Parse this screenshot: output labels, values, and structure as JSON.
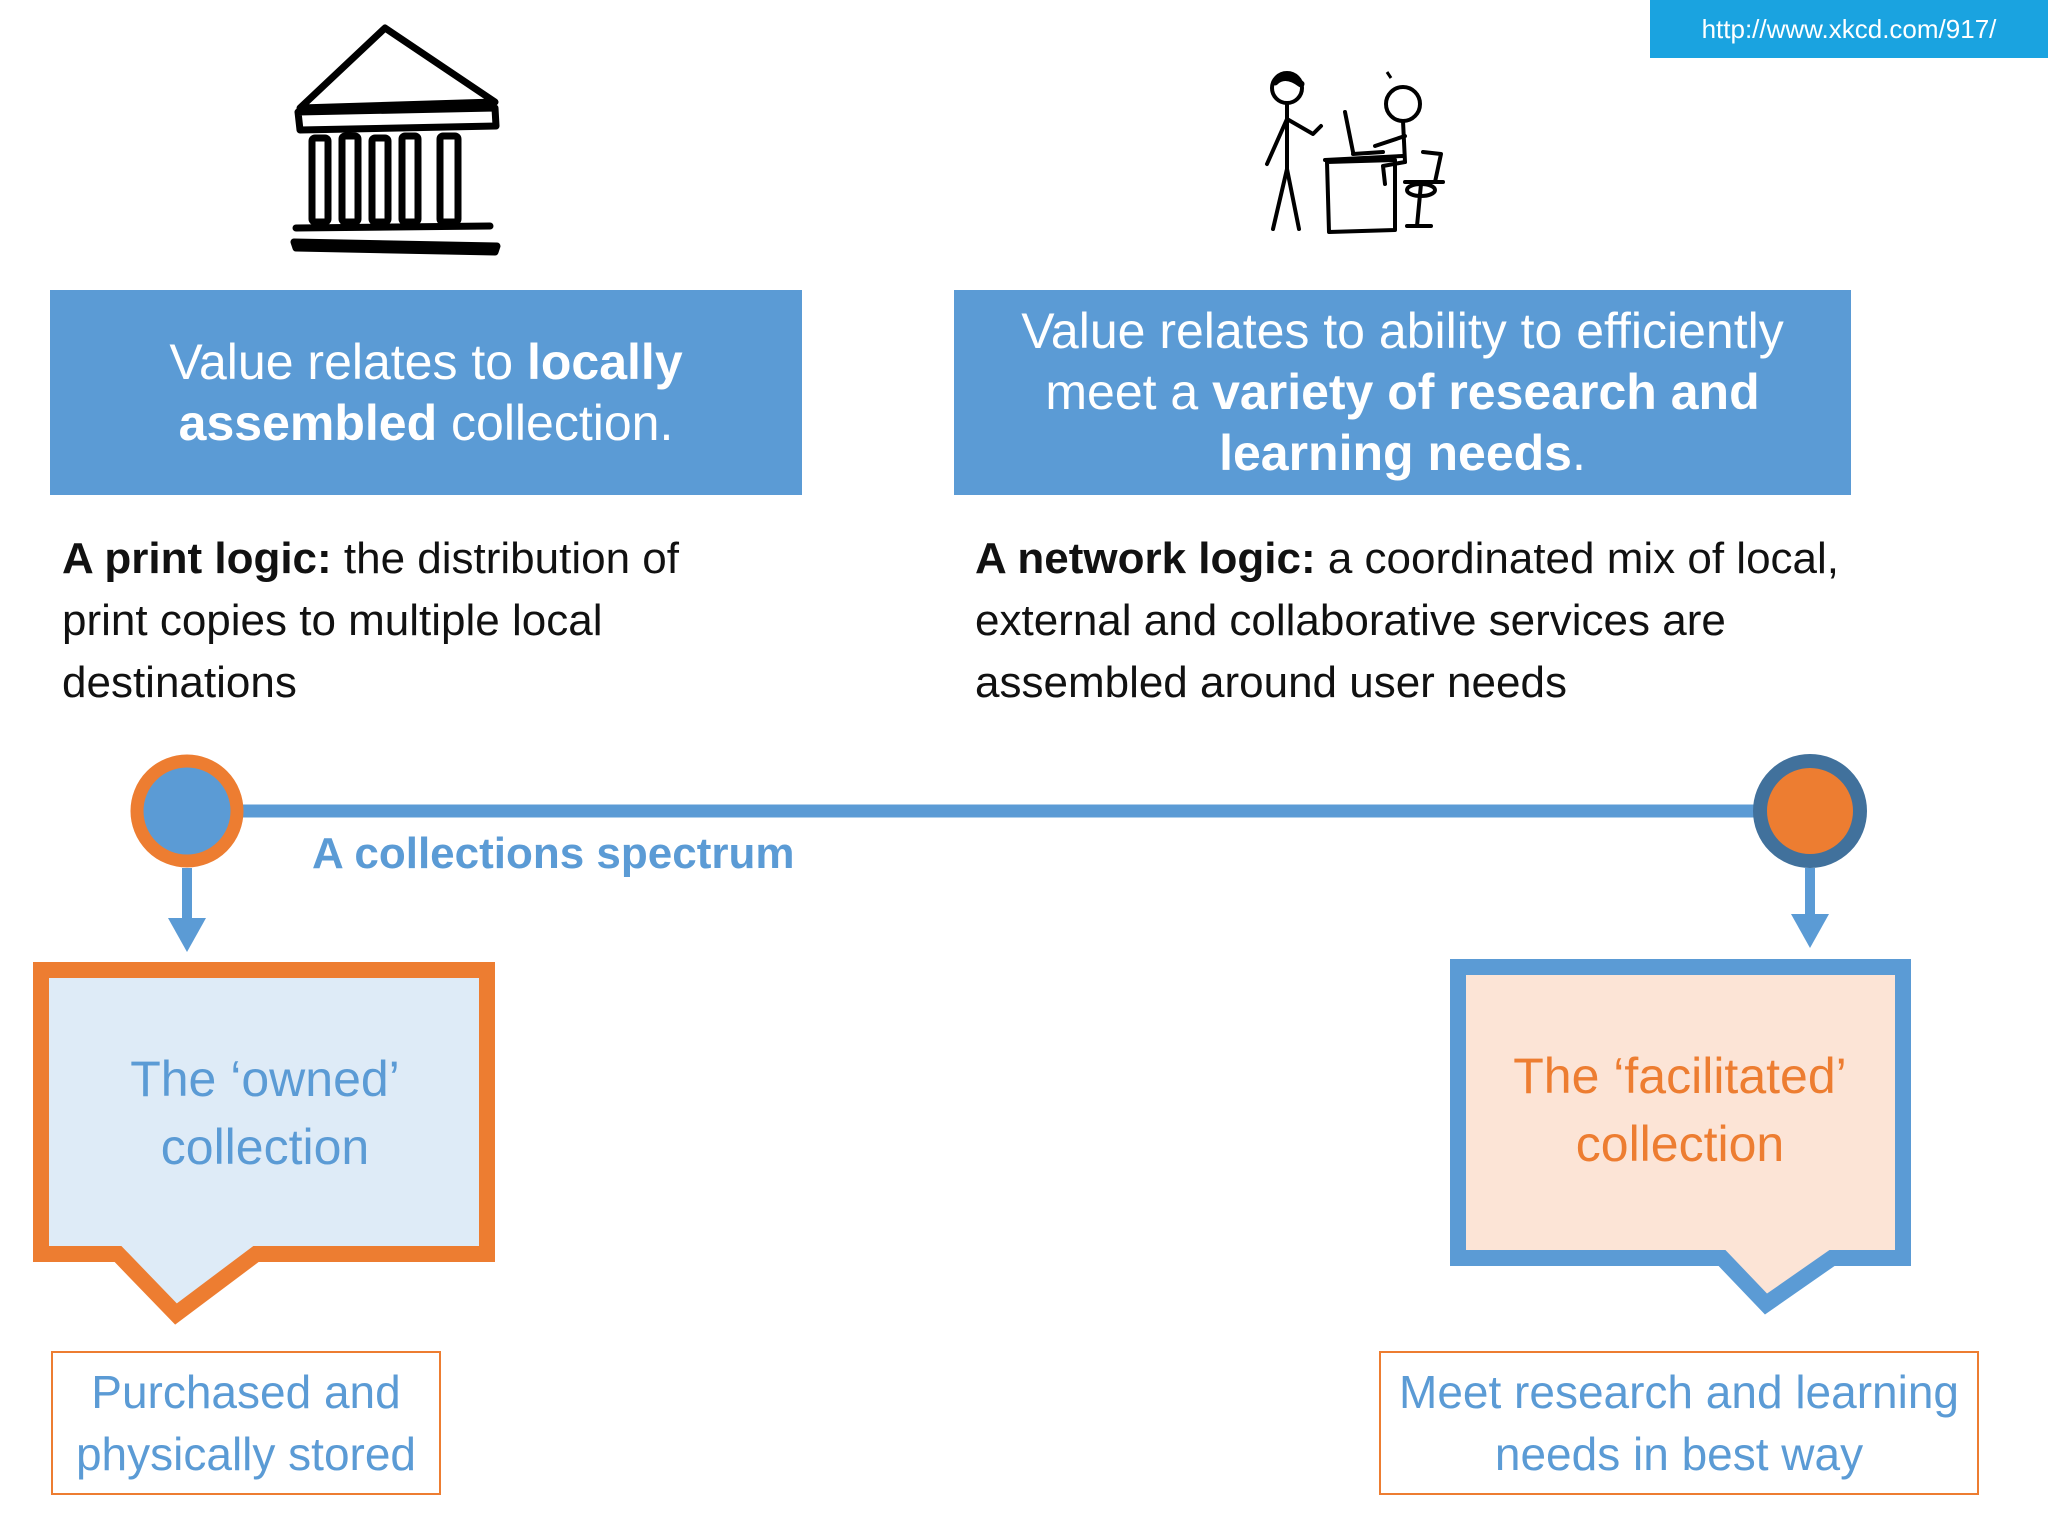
{
  "source_url": "http://www.xkcd.com/917/",
  "left": {
    "icon": "library-building-icon",
    "header_pre": "Value relates to ",
    "header_bold": "locally assembled",
    "header_post": " collection.",
    "logic_bold": "A print logic:",
    "logic_text": " the distribution of print copies to multiple local destinations",
    "callout": "The ‘owned’ collection",
    "leaf": "Purchased and physically stored"
  },
  "right": {
    "icon": "xkcd-people-at-desk-icon",
    "header_pre": "Value relates to ability to efficiently meet a ",
    "header_bold": "variety of research and learning needs",
    "header_post": ".",
    "logic_bold": "A network logic:",
    "logic_text": " a coordinated mix of local, external and collaborative services are assembled around user needs",
    "callout": "The ‘facilitated’ collection",
    "leaf": "Meet research and learning needs in best way"
  },
  "spectrum": {
    "label": "A collections spectrum"
  },
  "colors": {
    "blue": "#5b9bd5",
    "dark_blue": "#41719c",
    "orange": "#ed7d31",
    "light_blue_fill": "#deebf7",
    "light_orange_fill": "#fce4d6",
    "url_bg": "#1aa3e0"
  }
}
